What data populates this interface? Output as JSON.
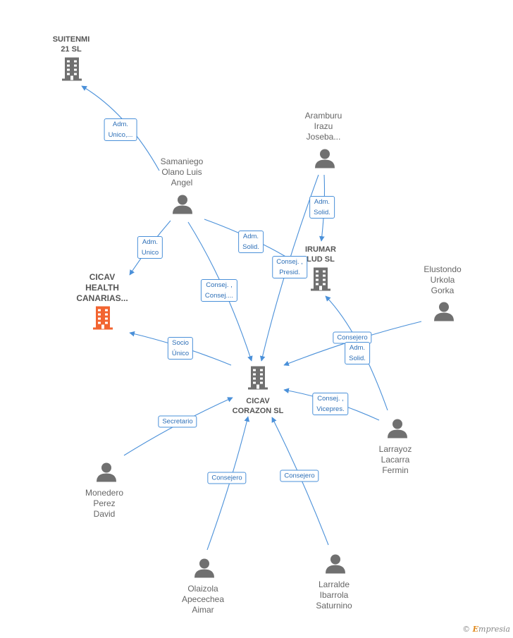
{
  "nodes": {
    "suitenmi": {
      "label": "SUITENMI\n21  SL",
      "kind": "company",
      "color": "#707070"
    },
    "cicav_health": {
      "label": "CICAV\nHEALTH\nCANARIAS...",
      "kind": "company",
      "color": "#f26430"
    },
    "irumar": {
      "label": "IRUMAR\n   LUD  SL",
      "kind": "company",
      "color": "#707070"
    },
    "cicav_corazon": {
      "label": "CICAV\nCORAZON SL",
      "kind": "company",
      "color": "#707070"
    },
    "samaniego": {
      "label": "Samaniego\nOlano Luis\nAngel",
      "kind": "person"
    },
    "aramburu": {
      "label": "Aramburu\nIrazu\nJoseba...",
      "kind": "person"
    },
    "elustondo": {
      "label": "Elustondo\nUrkola\nGorka",
      "kind": "person"
    },
    "larrayoz": {
      "label": "Larrayoz\nLacarra\nFermin",
      "kind": "person"
    },
    "monedero": {
      "label": "Monedero\nPerez\nDavid",
      "kind": "person"
    },
    "olaizola": {
      "label": "Olaizola\nApecechea\nAimar",
      "kind": "person"
    },
    "larralde": {
      "label": "Larralde\nIbarrola\nSaturnino",
      "kind": "person"
    }
  },
  "edges": {
    "samaniego_suitenmi": "Adm.\nUnico,...",
    "samaniego_health": "Adm.\nUnico",
    "samaniego_irumar": "Adm.\nSolid.",
    "samaniego_corazon": "Consej. ,\nConsej....",
    "aramburu_irumar": "Adm.\nSolid.",
    "aramburu_corazon": "Consej. ,\nPresid.",
    "corazon_health": "Socio\nÚnico",
    "elustondo_corazon": "Consejero",
    "larrayoz_irumar": "Adm.\nSolid.",
    "larrayoz_corazon": "Consej. ,\nVicepres.",
    "monedero_corazon": "Secretario",
    "olaizola_corazon": "Consejero",
    "larralde_corazon": "Consejero"
  },
  "style": {
    "edge_color": "#4a90d9",
    "person_color": "#707070"
  },
  "watermark": {
    "symbol": "©",
    "brand_initial": "E",
    "brand_rest": "mpresia"
  }
}
